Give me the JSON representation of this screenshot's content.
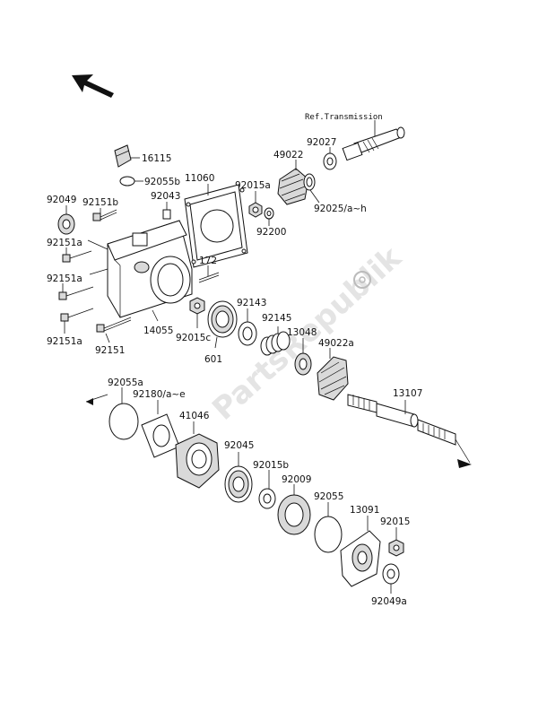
{
  "diagram": {
    "ref_label": "Ref.Transmission",
    "watermark": "PartsRepublik",
    "part_numbers": {
      "p16115": "16115",
      "p92055b": "92055b",
      "p11060": "11060",
      "p92043": "92043",
      "p92049": "92049",
      "p92151b": "92151b",
      "p92151a_1": "92151a",
      "p92151a_2": "92151a",
      "p92151a_3": "92151a",
      "p92151": "92151",
      "p14055": "14055",
      "p172": "172",
      "p92015a": "92015a",
      "p92200": "92200",
      "p49022": "49022",
      "p92027": "92027",
      "p92025": "92025/a~h",
      "p92143": "92143",
      "p92015c": "92015c",
      "p601": "601",
      "p92145": "92145",
      "p13048": "13048",
      "p49022a": "49022a",
      "p13107": "13107",
      "p92055a": "92055a",
      "p92180": "92180/a~e",
      "p41046": "41046",
      "p92045": "92045",
      "p92015b": "92015b",
      "p92009": "92009",
      "p92055": "92055",
      "p13091": "13091",
      "p92015": "92015",
      "p92049a": "92049a"
    }
  }
}
